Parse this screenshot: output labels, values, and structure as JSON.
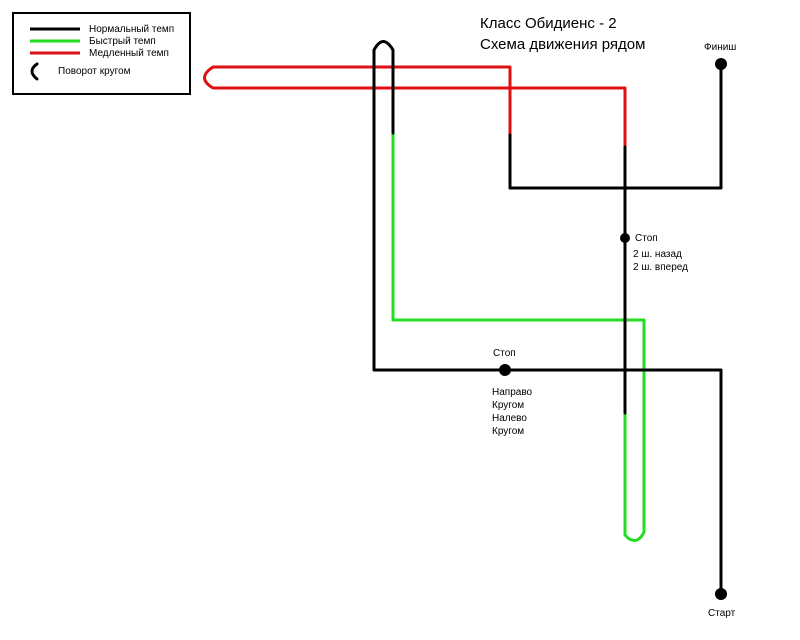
{
  "title": {
    "line1": "Класс Обидиенс - 2",
    "line2": "Схема движения рядом"
  },
  "legend": {
    "items": [
      {
        "label": "Нормальный темп",
        "color": "#000000"
      },
      {
        "label": "Быстрый темп",
        "color": "#22dd22"
      },
      {
        "label": "Медленный темп",
        "color": "#dd1111"
      },
      {
        "label": "Поворот кругом",
        "icon": "turn-around-arc-icon"
      }
    ]
  },
  "points": {
    "finish": "Финиш",
    "start": "Старт",
    "stop_upper": {
      "label": "Стоп",
      "instructions": [
        "2 ш. назад",
        "2 ш. вперед"
      ]
    },
    "stop_lower": {
      "label": "Стоп",
      "instructions": [
        "Направо",
        "Кругом",
        "Налево",
        "Кругом"
      ]
    }
  },
  "colors": {
    "normal": "#000000",
    "fast": "#22dd22",
    "slow": "#dd1111"
  }
}
